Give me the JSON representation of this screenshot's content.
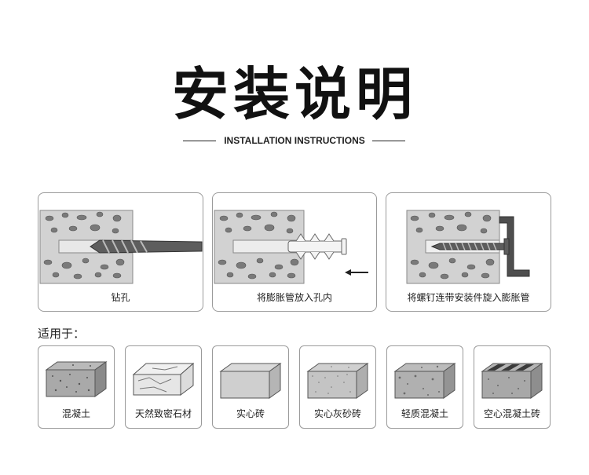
{
  "header": {
    "title": "安装说明",
    "subtitle": "INSTALLATION INSTRUCTIONS"
  },
  "steps": [
    {
      "label": "钻孔"
    },
    {
      "label": "将膨胀管放入孔内"
    },
    {
      "label": "将螺钉连带安装件旋入膨胀管"
    }
  ],
  "applies": {
    "label": "适用于："
  },
  "materials": [
    {
      "label": "混凝土"
    },
    {
      "label": "天然致密石材"
    },
    {
      "label": "实心砖"
    },
    {
      "label": "实心灰砂砖"
    },
    {
      "label": "轻质混凝土"
    },
    {
      "label": "空心混凝土砖"
    }
  ],
  "colors": {
    "concrete": "#d2d2d2",
    "stone": "#6f6f6f",
    "steel": "#555555"
  }
}
